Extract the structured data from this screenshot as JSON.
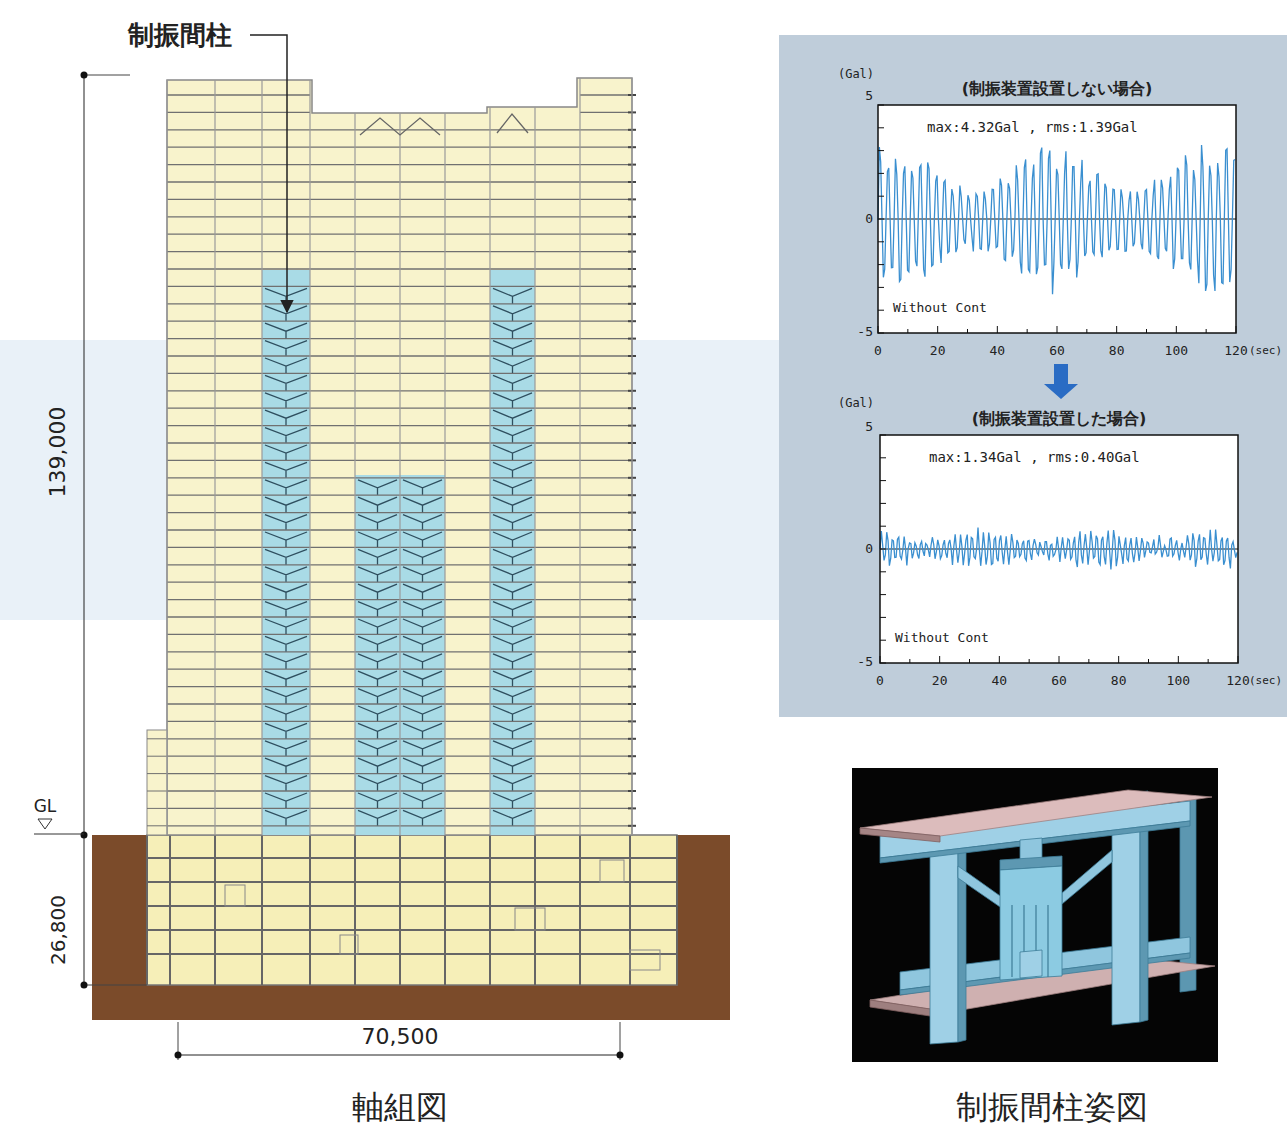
{
  "diagram": {
    "nodes": [
      {
        "text": [
          "(制振装置設置しない場合)",
          "max:4.32Gal , rms:1.39Gal",
          "Without Cont"
        ]
      },
      {
        "text": [
          "(制振装置設置した場合)",
          "max:1.34Gal , rms:0.40Gal",
          "Without Cont"
        ]
      }
    ],
    "edges": [
      {
        "from": 0,
        "to": 1,
        "arrow": "to"
      }
    ],
    "labels": [
      "制振間柱",
      "139,000",
      "GL",
      "26,800",
      "70,500",
      "軸組図",
      "(Gal)",
      "5",
      "0",
      "-5",
      "0",
      "20",
      "40",
      "60",
      "80",
      "100",
      "120",
      "(sec)",
      "(Gal)",
      "5",
      "0",
      "-5",
      "0",
      "20",
      "40",
      "60",
      "80",
      "100",
      "120",
      "(sec)",
      "制振間柱姿図"
    ]
  }
}
